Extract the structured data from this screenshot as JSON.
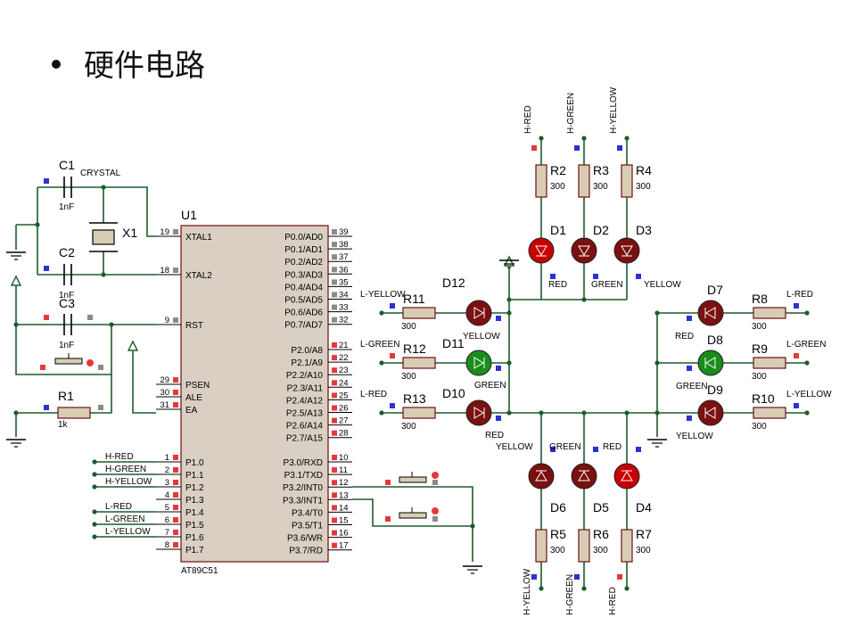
{
  "slide": {
    "title": "硬件电路"
  },
  "colors": {
    "wire": "#1d5c2c",
    "res_fill": "#d8cdb4",
    "res_stroke": "#6b1010",
    "chip_fill": "#d9cfc2",
    "led_red": "#c80000",
    "led_green": "#1a8c1a",
    "led_dark": "#7a1010",
    "pin_red": "#e23a3a",
    "pin_blue": "#3030d0",
    "pin_grey": "#8a8a8a"
  },
  "mcu": {
    "ref": "U1",
    "part": "AT89C51",
    "left_pins": [
      {
        "num": "19",
        "name": "XTAL1"
      },
      {
        "num": "18",
        "name": "XTAL2"
      },
      {
        "num": "9",
        "name": "RST"
      },
      {
        "num": "29",
        "name": "PSEN"
      },
      {
        "num": "30",
        "name": "ALE"
      },
      {
        "num": "31",
        "name": "EA"
      },
      {
        "num": "1",
        "name": "P1.0"
      },
      {
        "num": "2",
        "name": "P1.1"
      },
      {
        "num": "3",
        "name": "P1.2"
      },
      {
        "num": "4",
        "name": "P1.3"
      },
      {
        "num": "5",
        "name": "P1.4"
      },
      {
        "num": "6",
        "name": "P1.5"
      },
      {
        "num": "7",
        "name": "P1.6"
      },
      {
        "num": "8",
        "name": "P1.7"
      }
    ],
    "right_pins": [
      {
        "num": "39",
        "name": "P0.0/AD0"
      },
      {
        "num": "38",
        "name": "P0.1/AD1"
      },
      {
        "num": "37",
        "name": "P0.2/AD2"
      },
      {
        "num": "36",
        "name": "P0.3/AD3"
      },
      {
        "num": "35",
        "name": "P0.4/AD4"
      },
      {
        "num": "34",
        "name": "P0.5/AD5"
      },
      {
        "num": "33",
        "name": "P0.6/AD6"
      },
      {
        "num": "32",
        "name": "P0.7/AD7"
      },
      {
        "num": "21",
        "name": "P2.0/A8"
      },
      {
        "num": "22",
        "name": "P2.1/A9"
      },
      {
        "num": "23",
        "name": "P2.2/A10"
      },
      {
        "num": "24",
        "name": "P2.3/A11"
      },
      {
        "num": "25",
        "name": "P2.4/A12"
      },
      {
        "num": "26",
        "name": "P2.5/A13"
      },
      {
        "num": "27",
        "name": "P2.6/A14"
      },
      {
        "num": "28",
        "name": "P2.7/A15"
      },
      {
        "num": "10",
        "name": "P3.0/RXD"
      },
      {
        "num": "11",
        "name": "P3.1/TXD"
      },
      {
        "num": "12",
        "name": "P3.2/INT0"
      },
      {
        "num": "13",
        "name": "P3.3/INT1"
      },
      {
        "num": "14",
        "name": "P3.4/T0"
      },
      {
        "num": "15",
        "name": "P3.5/T1"
      },
      {
        "num": "16",
        "name": "P3.6/WR"
      },
      {
        "num": "17",
        "name": "P3.7/RD"
      }
    ]
  },
  "osc": {
    "c1": "C1",
    "c1_val": "1nF",
    "c2": "C2",
    "c2_val": "1nF",
    "crystal": "X1",
    "crystal_label": "CRYSTAL"
  },
  "reset": {
    "c3": "C3",
    "c3_val": "1nF",
    "r1": "R1",
    "r1_val": "1k"
  },
  "port1_nets": [
    "H-RED",
    "H-GREEN",
    "H-YELLOW",
    "L-RED",
    "L-GREEN",
    "L-YELLOW"
  ],
  "top_group": {
    "nets": [
      "H-RED",
      "H-GREEN",
      "H-YELLOW"
    ],
    "res": [
      {
        "ref": "R2",
        "val": "300"
      },
      {
        "ref": "R3",
        "val": "300"
      },
      {
        "ref": "R4",
        "val": "300"
      }
    ],
    "leds": [
      {
        "ref": "D1",
        "color": "RED"
      },
      {
        "ref": "D2",
        "color": "GREEN"
      },
      {
        "ref": "D3",
        "color": "YELLOW"
      }
    ]
  },
  "left_group": {
    "nets": [
      "L-YELLOW",
      "L-GREEN",
      "L-RED"
    ],
    "res": [
      {
        "ref": "R11",
        "val": "300"
      },
      {
        "ref": "R12",
        "val": "300"
      },
      {
        "ref": "R13",
        "val": "300"
      }
    ],
    "leds": [
      {
        "ref": "D12",
        "color": "YELLOW"
      },
      {
        "ref": "D11",
        "color": "GREEN"
      },
      {
        "ref": "D10",
        "color": "RED"
      }
    ]
  },
  "right_group": {
    "nets": [
      "L-RED",
      "L-GREEN",
      "L-YELLOW"
    ],
    "res": [
      {
        "ref": "R8",
        "val": "300"
      },
      {
        "ref": "R9",
        "val": "300"
      },
      {
        "ref": "R10",
        "val": "300"
      }
    ],
    "leds": [
      {
        "ref": "D7",
        "color": "RED"
      },
      {
        "ref": "D8",
        "color": "GREEN"
      },
      {
        "ref": "D9",
        "color": "YELLOW"
      }
    ]
  },
  "bottom_group": {
    "nets": [
      "H-YELLOW",
      "H-GREEN",
      "H-RED"
    ],
    "res": [
      {
        "ref": "R5",
        "val": "300"
      },
      {
        "ref": "R6",
        "val": "300"
      },
      {
        "ref": "R7",
        "val": "300"
      }
    ],
    "leds": [
      {
        "ref": "D6",
        "color": "YELLOW"
      },
      {
        "ref": "D5",
        "color": "GREEN"
      },
      {
        "ref": "D4",
        "color": "RED"
      }
    ]
  }
}
